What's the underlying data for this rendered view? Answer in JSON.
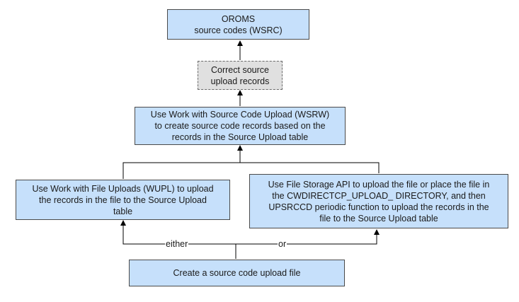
{
  "nodes": {
    "oroms": "OROMS\nsource codes (WSRC)",
    "correct": "Correct source\nupload records",
    "wsrw": "Use Work with Source Code Upload (WSRW)\nto create source code records based on the\nrecords in the Source Upload table",
    "wupl": "Use Work with File Uploads (WUPL) to upload\nthe records in the file to the Source Upload\ntable",
    "api": "Use File Storage API to upload the file or place the file in\nthe CWDIRECTCP_UPLOAD_ DIRECTORY, and then\nUPSRCCD periodic function to upload the records in the\nfile to the Source Upload table",
    "create": "Create a source code upload file"
  },
  "edge_labels": {
    "either": "either",
    "or": "or"
  }
}
